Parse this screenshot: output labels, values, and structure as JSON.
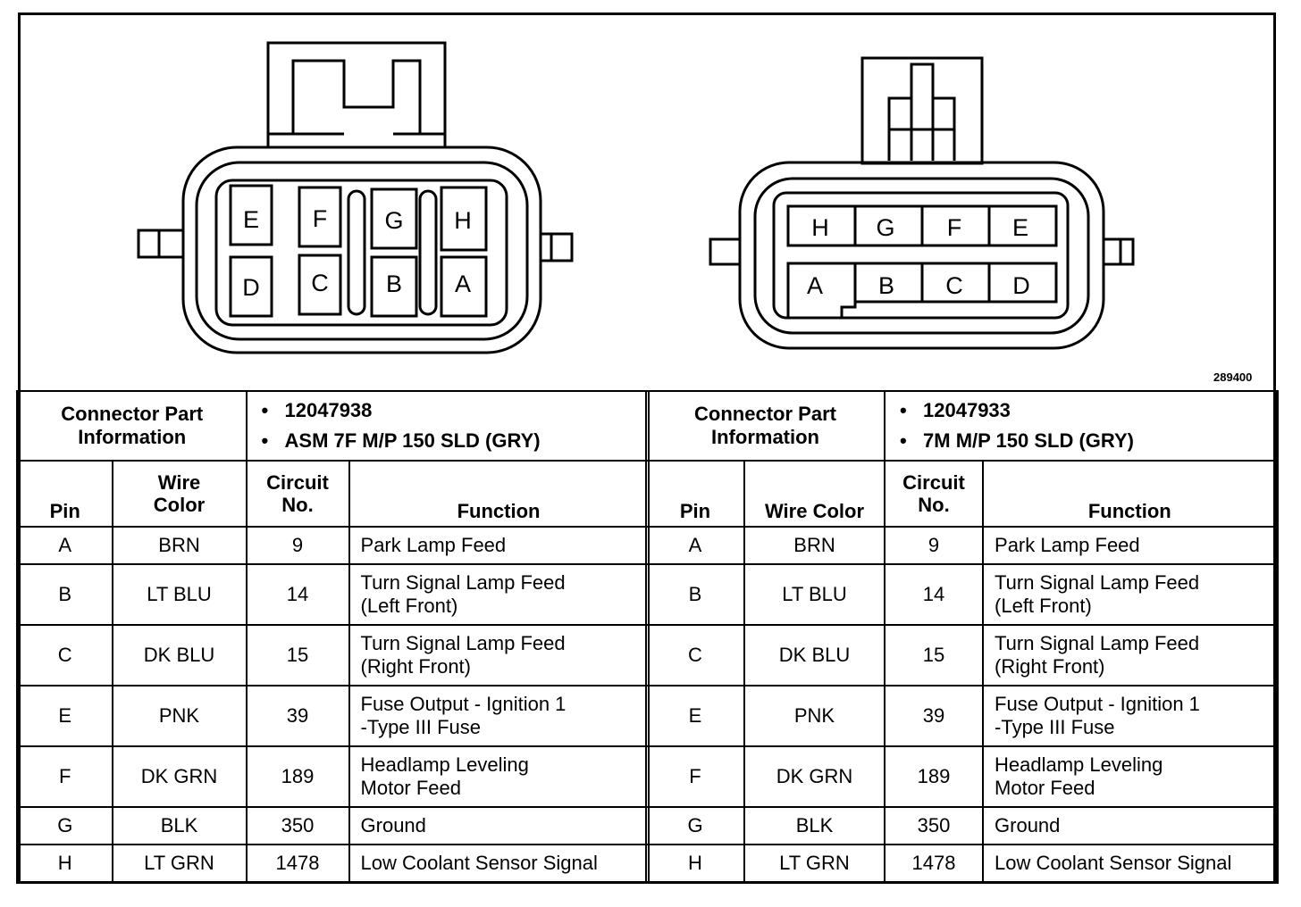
{
  "figure_id": "289400",
  "left_connector": {
    "pins_top": [
      "E",
      "F",
      "G",
      "H"
    ],
    "pins_bottom": [
      "D",
      "C",
      "B",
      "A"
    ],
    "info_label_line1": "Connector Part",
    "info_label_line2": "Information",
    "part_number": "12047938",
    "description": "ASM 7F M/P 150 SLD (GRY)"
  },
  "right_connector": {
    "pins_top": [
      "H",
      "G",
      "F",
      "E"
    ],
    "pins_bottom": [
      "A",
      "B",
      "C",
      "D"
    ],
    "info_label_line1": "Connector Part",
    "info_label_line2": "Information",
    "part_number": "12047933",
    "description": "7M M/P 150 SLD (GRY)"
  },
  "left_headers": {
    "pin": "Pin",
    "wire_color_1": "Wire",
    "wire_color_2": "Color",
    "circuit_1": "Circuit",
    "circuit_2": "No.",
    "function": "Function"
  },
  "right_headers": {
    "pin": "Pin",
    "wire_color": "Wire Color",
    "circuit_1": "Circuit",
    "circuit_2": "No.",
    "function": "Function"
  },
  "left_rows": [
    {
      "pin": "A",
      "color": "BRN",
      "circuit": "9",
      "fn1": "Park Lamp Feed",
      "fn2": ""
    },
    {
      "pin": "B",
      "color": "LT BLU",
      "circuit": "14",
      "fn1": "Turn Signal Lamp Feed",
      "fn2": "(Left Front)"
    },
    {
      "pin": "C",
      "color": "DK BLU",
      "circuit": "15",
      "fn1": "Turn Signal Lamp Feed",
      "fn2": "(Right Front)"
    },
    {
      "pin": "E",
      "color": "PNK",
      "circuit": "39",
      "fn1": "Fuse Output - Ignition 1",
      "fn2": "-Type III Fuse"
    },
    {
      "pin": "F",
      "color": "DK GRN",
      "circuit": "189",
      "fn1": "Headlamp Leveling",
      "fn2": "Motor Feed"
    },
    {
      "pin": "G",
      "color": "BLK",
      "circuit": "350",
      "fn1": "Ground",
      "fn2": ""
    },
    {
      "pin": "H",
      "color": "LT GRN",
      "circuit": "1478",
      "fn1": "Low Coolant Sensor Signal",
      "fn2": ""
    }
  ],
  "right_rows": [
    {
      "pin": "A",
      "color": "BRN",
      "circuit": "9",
      "fn1": "Park Lamp Feed",
      "fn2": ""
    },
    {
      "pin": "B",
      "color": "LT BLU",
      "circuit": "14",
      "fn1": "Turn Signal Lamp Feed",
      "fn2": "(Left Front)"
    },
    {
      "pin": "C",
      "color": "DK BLU",
      "circuit": "15",
      "fn1": "Turn Signal Lamp Feed",
      "fn2": "(Right Front)"
    },
    {
      "pin": "E",
      "color": "PNK",
      "circuit": "39",
      "fn1": "Fuse Output - Ignition 1",
      "fn2": "-Type III Fuse"
    },
    {
      "pin": "F",
      "color": "DK GRN",
      "circuit": "189",
      "fn1": "Headlamp Leveling",
      "fn2": "Motor Feed"
    },
    {
      "pin": "G",
      "color": "BLK",
      "circuit": "350",
      "fn1": "Ground",
      "fn2": ""
    },
    {
      "pin": "H",
      "color": "LT GRN",
      "circuit": "1478",
      "fn1": "Low Coolant Sensor Signal",
      "fn2": ""
    }
  ]
}
